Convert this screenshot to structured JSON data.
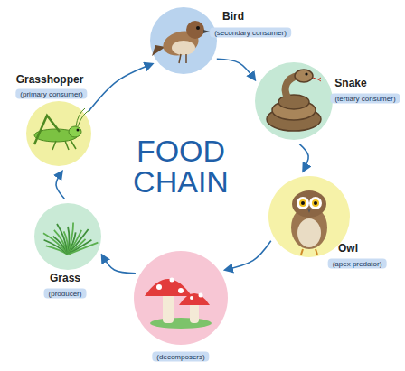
{
  "diagram": {
    "title": "FOOD CHAIN",
    "nodes": [
      {
        "text": [
          "Bird",
          "(secondary consumer)"
        ]
      },
      {
        "text": [
          "Snake",
          "(tertiary consumer)"
        ]
      },
      {
        "text": [
          "Owl",
          "(apex predator)"
        ]
      },
      {
        "text": [
          "(decomposers)"
        ]
      },
      {
        "text": [
          "Grass",
          "(producer)"
        ]
      },
      {
        "text": [
          "Grasshopper",
          "(primary consumer)"
        ]
      }
    ],
    "edges": [
      {
        "from": 0,
        "to": 1,
        "arrow": "to"
      },
      {
        "from": 1,
        "to": 2,
        "arrow": "to"
      },
      {
        "from": 2,
        "to": 3,
        "arrow": "to"
      },
      {
        "from": 3,
        "to": 4,
        "arrow": "to"
      },
      {
        "from": 4,
        "to": 5,
        "arrow": "to"
      },
      {
        "from": 5,
        "to": 0,
        "arrow": "to"
      }
    ]
  }
}
